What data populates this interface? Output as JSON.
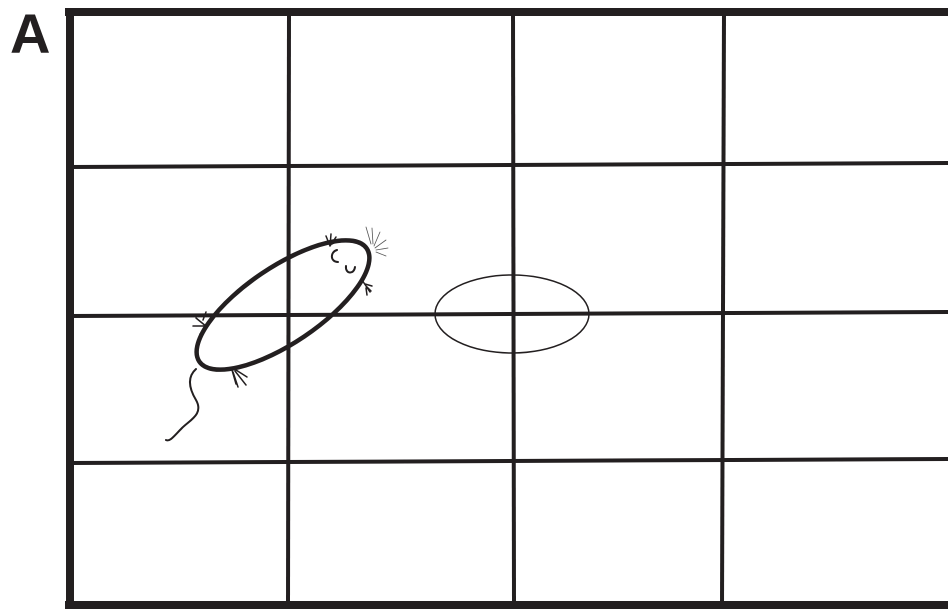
{
  "figure": {
    "panel_label": "A",
    "grid": {
      "rows": 4,
      "columns": 4
    },
    "colors": {
      "ink": "#231f20",
      "background": "#ffffff"
    },
    "elements": [
      {
        "name": "rat",
        "icon": "rat-drawing"
      },
      {
        "name": "platform",
        "icon": "ellipse-outline"
      }
    ]
  }
}
